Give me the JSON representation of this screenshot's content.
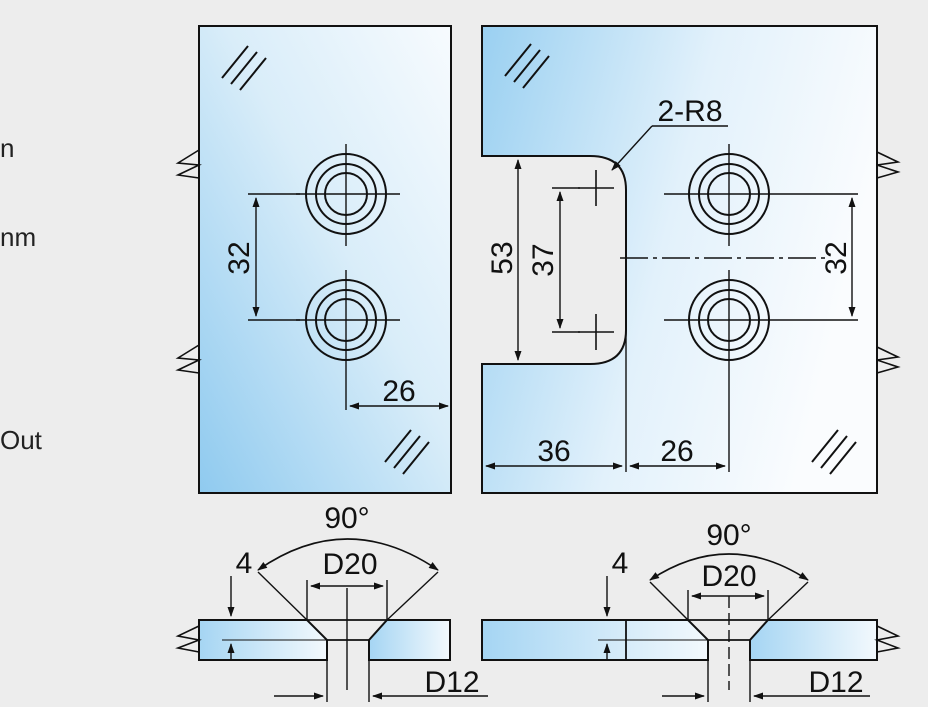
{
  "side_text": [
    "n",
    "nm",
    "Out"
  ],
  "colors": {
    "glass_light": "#f4f9fd",
    "glass_blue": "#8fcaef",
    "line": "#111111",
    "background": "#ededed"
  },
  "labels": {
    "left_hole_spacing": "32",
    "left_edge_to_hole": "26",
    "radius_note": "2-R8",
    "notch_height": "53",
    "notch_inner_height": "37",
    "right_hole_spacing": "32",
    "notch_depth": "36",
    "notch_to_hole": "26",
    "left_countersink_angle": "90°",
    "left_countersink_depth": "4",
    "left_countersink_diameter": "D20",
    "left_hole_diameter": "D12",
    "right_countersink_angle": "90°",
    "right_countersink_depth": "4",
    "right_countersink_diameter": "D20",
    "right_hole_diameter": "D12"
  }
}
